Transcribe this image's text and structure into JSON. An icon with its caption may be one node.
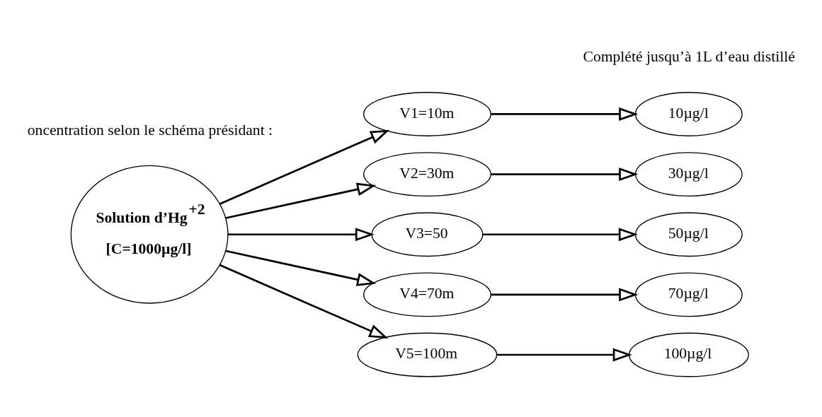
{
  "diagram": {
    "nodes": [
      {
        "text": [
          "Solution d’Hg$^{+2}$",
          "[C=1000µg/l]"
        ]
      },
      {
        "text": [
          "V1=10m"
        ]
      },
      {
        "text": [
          "V2=30m"
        ]
      },
      {
        "text": [
          "V3=50"
        ]
      },
      {
        "text": [
          "V4=70m"
        ]
      },
      {
        "text": [
          "V5=100m"
        ]
      },
      {
        "text": [
          "10µg/l"
        ]
      },
      {
        "text": [
          "30µg/l"
        ]
      },
      {
        "text": [
          "50µg/l"
        ]
      },
      {
        "text": [
          "70µg/l"
        ]
      },
      {
        "text": [
          "100µg/l"
        ]
      }
    ],
    "edges": [
      {
        "from": 0,
        "to": 1,
        "arrow": "to"
      },
      {
        "from": 0,
        "to": 2,
        "arrow": "to"
      },
      {
        "from": 0,
        "to": 3,
        "arrow": "to"
      },
      {
        "from": 0,
        "to": 4,
        "arrow": "to"
      },
      {
        "from": 0,
        "to": 5,
        "arrow": "to"
      },
      {
        "from": 1,
        "to": 6,
        "arrow": "to"
      },
      {
        "from": 2,
        "to": 7,
        "arrow": "to"
      },
      {
        "from": 3,
        "to": 8,
        "arrow": "to"
      },
      {
        "from": 4,
        "to": 9,
        "arrow": "to"
      },
      {
        "from": 5,
        "to": 10,
        "arrow": "to"
      }
    ],
    "labels": [
      "oncentration selon le schéma présidant :",
      "Complété jusqu’à 1L d’eau distillé"
    ]
  }
}
